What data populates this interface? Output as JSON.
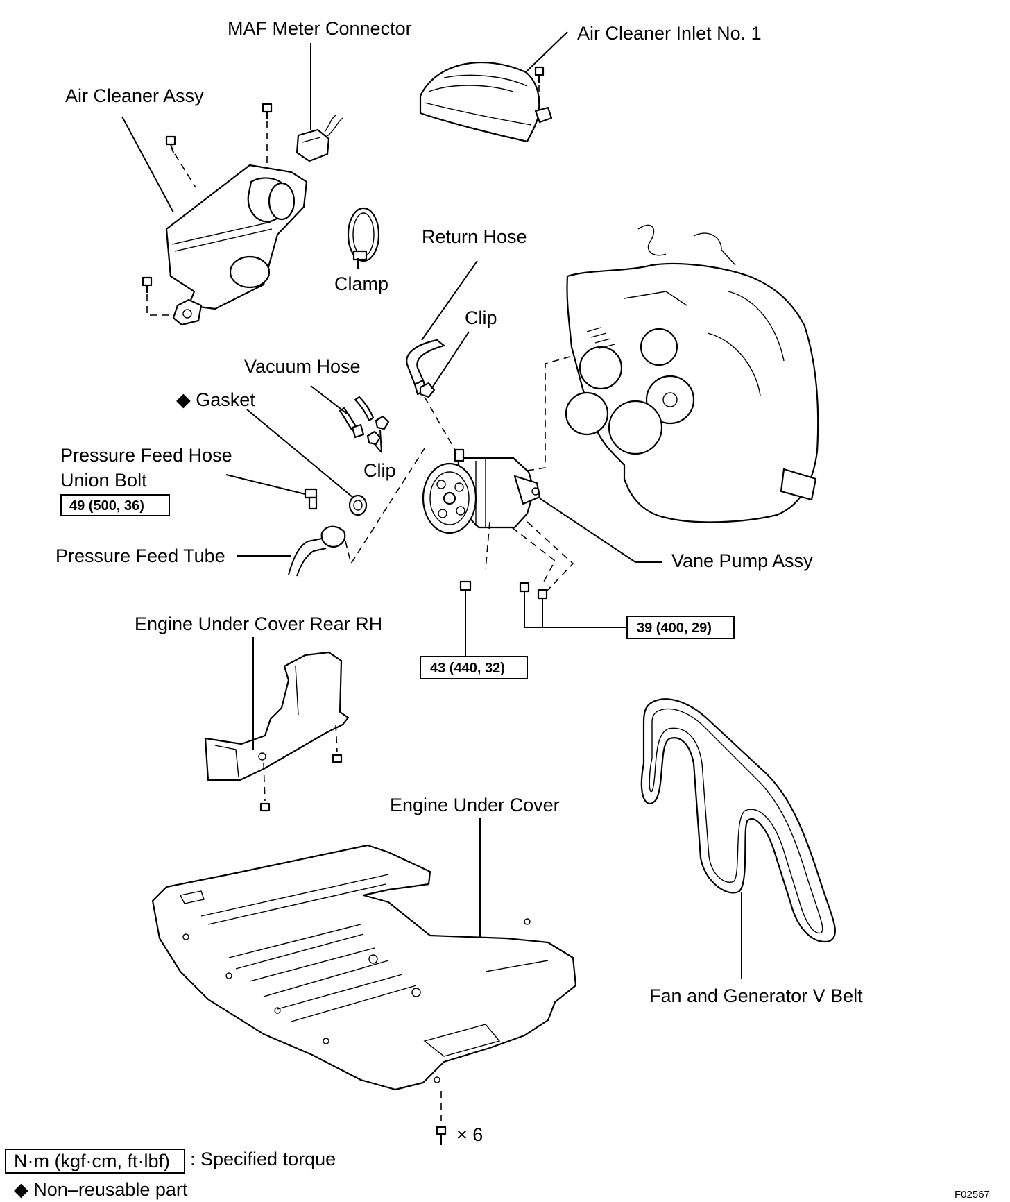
{
  "labels": {
    "maf_meter_connector": "MAF Meter Connector",
    "air_cleaner_inlet": "Air Cleaner Inlet No. 1",
    "air_cleaner_assy": "Air Cleaner Assy",
    "clamp": "Clamp",
    "return_hose": "Return Hose",
    "clip_return": "Clip",
    "vacuum_hose": "Vacuum Hose",
    "gasket": "◆ Gasket",
    "clip_vacuum": "Clip",
    "pressure_feed_hose_line1": "Pressure Feed Hose",
    "pressure_feed_hose_line2": "Union Bolt",
    "pressure_feed_tube": "Pressure Feed Tube",
    "vane_pump_assy": "Vane Pump Assy",
    "engine_under_cover_rear_rh": "Engine Under Cover Rear RH",
    "engine_under_cover": "Engine Under Cover",
    "fan_generator_belt": "Fan and Generator V Belt",
    "bolt_count": "× 6"
  },
  "torques": {
    "union_bolt": "49 (500, 36)",
    "pump_bolts": "39 (400, 29)",
    "pump_nut": "43 (440, 32)"
  },
  "legend": {
    "torque_unit": "N·m (kgf·cm, ft·lbf)",
    "torque_desc": ": Specified torque",
    "non_reusable": "◆ Non–reusable part"
  },
  "figure_id": "F02567"
}
